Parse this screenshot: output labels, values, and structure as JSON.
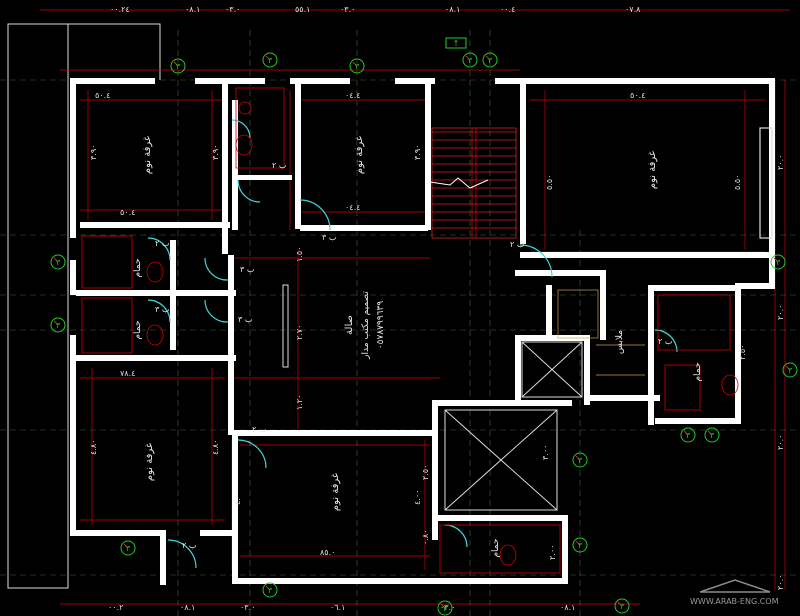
{
  "plan": {
    "rooms": {
      "bedroom_nw": "غرفة نوم",
      "bedroom_n": "غرفة نوم",
      "bedroom_ne": "غرفة نوم",
      "bedroom_sw": "غرفة نوم",
      "bedroom_s": "غرفة نوم",
      "hall": "صالة",
      "bath_w1": "حمام",
      "bath_w2": "حمام",
      "bath_e": "حمام",
      "bath_s": "حمام",
      "dressing": "ملابس"
    },
    "office_credit": "تصميم مكتب مدار",
    "phone": "٠٥٧٨٧٩٩٦٣٩",
    "door_tags": [
      "ب ٢",
      "ب ٣",
      "ب ٣",
      "ب ٣",
      "ب ٢",
      "ب ٣",
      "ب ٢",
      "ب ٢",
      "ب ٢",
      "ب ٢"
    ],
    "dimensions_top": [
      "٠٠.٢٤",
      "٠٨.١",
      "٠٣.٠",
      "٥٥.١",
      "٠٣.٠",
      "٠٨.١",
      "٠٠.٤",
      "٠٧.٨"
    ],
    "dimensions_bottom": [
      "٠٠.٢",
      "٠٨.١",
      "٠٣.٠",
      "٠٦.١",
      "٠٣.٠",
      "٠٨.١"
    ],
    "room_dims": {
      "bedroom_nw_w": "٥٠.٤",
      "bedroom_nw_h": "٣.٩٠",
      "bedroom_n_w": "٠٤.٤",
      "bedroom_n_h": "٣.٩٠",
      "bedroom_ne_w": "٥٠.٤",
      "bedroom_ne_h": "٥.٥٠",
      "bedroom_sw_w": "٧٨.٤",
      "bedroom_sw_h": "٤.٨٠",
      "bedroom_s_w": "٨٥.٠",
      "bedroom_s_h": "٤.٠٠",
      "hall_h": "٢.٧٠",
      "stair_dim": "٣.٠٠",
      "bath_e_dim": "٢.٥٠",
      "void_dim": "٢.٠٠",
      "small_1": "١.٢٠",
      "small_2": "١.٥٠",
      "small_3": "٠.٨٠"
    },
    "grid_bubbles": [
      "٣",
      "٣",
      "٣",
      "٣",
      "٣",
      "٣",
      "٣",
      "٣",
      "٣",
      "٣",
      "٣",
      "٣",
      "٣",
      "٣",
      "٣",
      "٣",
      "٣"
    ],
    "side_dims": [
      "٢٠.٠",
      "٢٠.٠",
      "٢٠.٠",
      "٢٠.٠"
    ],
    "sign_label": "↑",
    "watermark": "WWW.ARAB-ENG.COM"
  }
}
